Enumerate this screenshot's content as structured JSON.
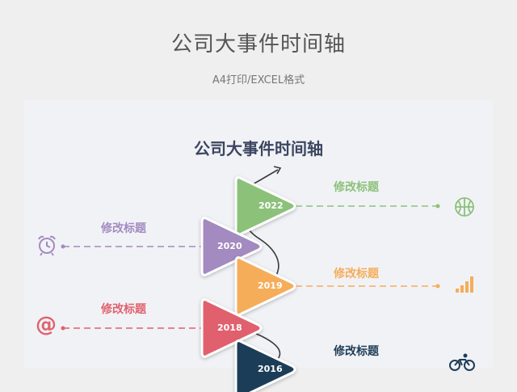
{
  "header": {
    "title": "公司大事件时间轴",
    "subtitle": "A4打印/EXCEL格式"
  },
  "card": {
    "title": "公司大事件时间轴"
  },
  "events": [
    {
      "year": "2022",
      "label": "修改标题",
      "color": "#8cc17a",
      "icon": "basketball-icon"
    },
    {
      "year": "2020",
      "label": "修改标题",
      "color": "#a38ac0",
      "icon": "alarm-clock-icon"
    },
    {
      "year": "2019",
      "label": "修改标题",
      "color": "#f5ad5a",
      "icon": "signal-bars-icon"
    },
    {
      "year": "2018",
      "label": "修改标题",
      "color": "#e0616e",
      "icon": "at-sign-icon"
    },
    {
      "year": "2016",
      "label": "修改标题",
      "color": "#1e3d58",
      "icon": "cyclist-icon"
    }
  ]
}
